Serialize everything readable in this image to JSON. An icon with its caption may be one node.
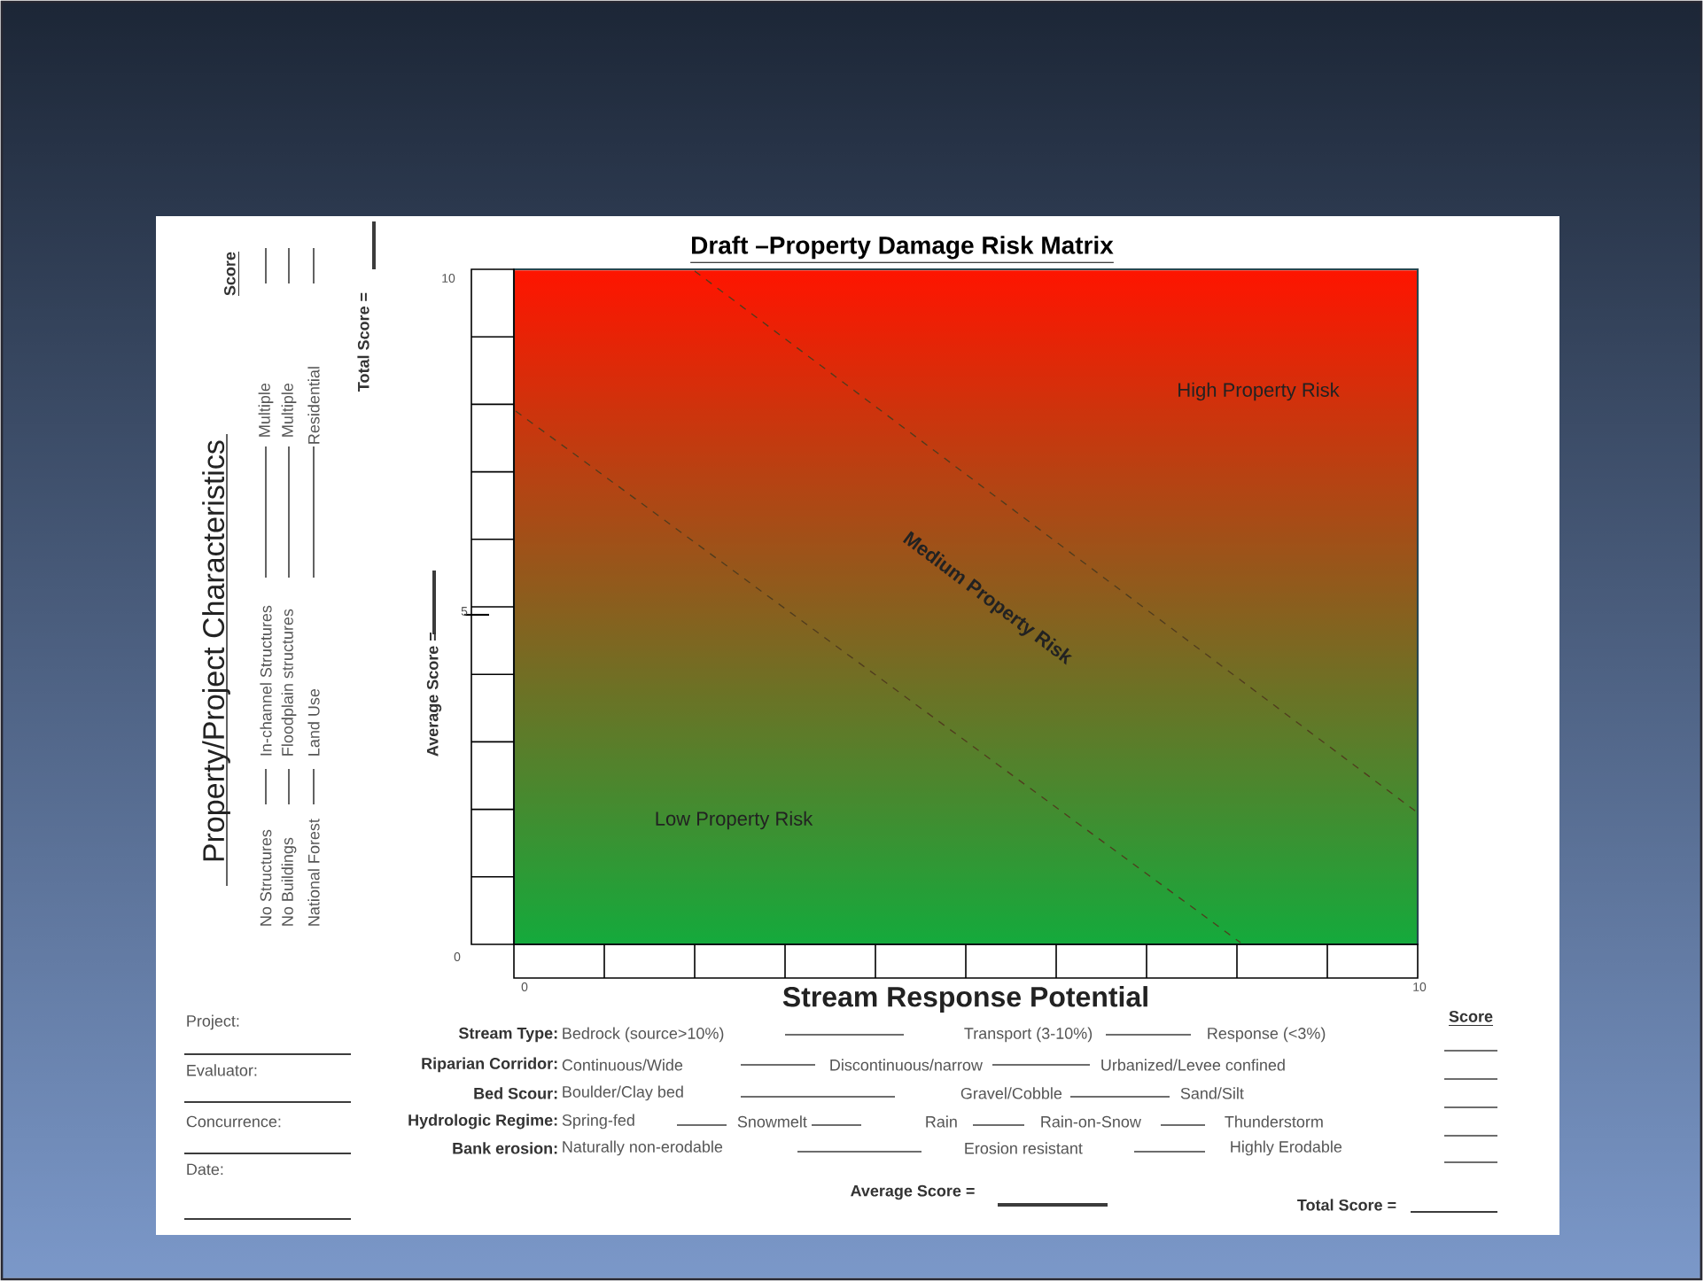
{
  "diagram": {
    "title": "Draft –Property Damage Risk Matrix",
    "labels": [
      "Property/Project Characteristics",
      "Score",
      "No Structures",
      "In-channel Structures",
      "Multiple",
      "No Buildings",
      "Floodplain structures",
      "Multiple",
      "National Forest",
      "Land Use",
      "Residential",
      "Total Score =",
      "Average Score =",
      "10",
      "5",
      "0",
      "High Property Risk",
      "Medium Property Risk",
      "Low Property Risk",
      "0",
      "Stream Response Potential",
      "10",
      "Score",
      "Project:",
      "Stream Type:",
      "Bedrock (source>10%)",
      "Transport (3-10%)",
      "Response (<3%)",
      "Evaluator:",
      "Riparian Corridor:",
      "Continuous/Wide",
      "Discontinuous/narrow",
      "Urbanized/Levee confined",
      "Bed Scour:",
      "Boulder/Clay bed",
      "Gravel/Cobble",
      "Sand/Silt",
      "Concurrence:",
      "Hydrologic Regime:",
      "Spring-fed",
      "Snowmelt",
      "Rain",
      "Rain-on-Snow",
      "Thunderstorm",
      "Date:",
      "Bank erosion:",
      "Naturally non-erodable",
      "Erosion resistant",
      "Highly Erodable",
      "Average Score =",
      "Total Score ="
    ]
  }
}
